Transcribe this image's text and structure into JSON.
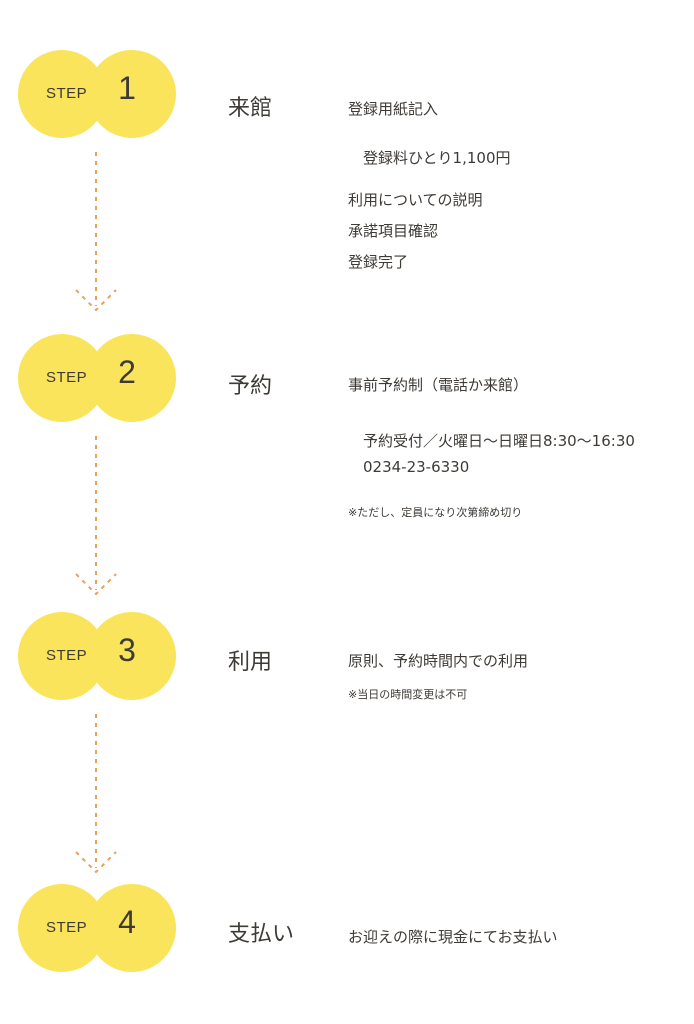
{
  "steps": [
    {
      "word": "STEP",
      "number": "1",
      "title": "来館",
      "lines": [
        "登録用紙記入",
        "登録料ひとり1,100円",
        "利用についての説明",
        "承諾項目確認",
        "登録完了"
      ]
    },
    {
      "word": "STEP",
      "number": "2",
      "title": "予約",
      "lines": [
        "事前予約制（電話か来館）",
        "予約受付／火曜日～日曜日8:30～16:30",
        "0234-23-6330"
      ],
      "note": "※ただし、定員になり次第締め切り"
    },
    {
      "word": "STEP",
      "number": "3",
      "title": "利用",
      "lines": [
        "原則、予約時間内での利用"
      ],
      "note": "※当日の時間変更は不可"
    },
    {
      "word": "STEP",
      "number": "4",
      "title": "支払い",
      "lines": [
        "お迎えの際に現金にてお支払い"
      ]
    }
  ],
  "colors": {
    "badge": "#f9e45c",
    "connector": "#e6a15a",
    "text": "#3e3a36"
  }
}
